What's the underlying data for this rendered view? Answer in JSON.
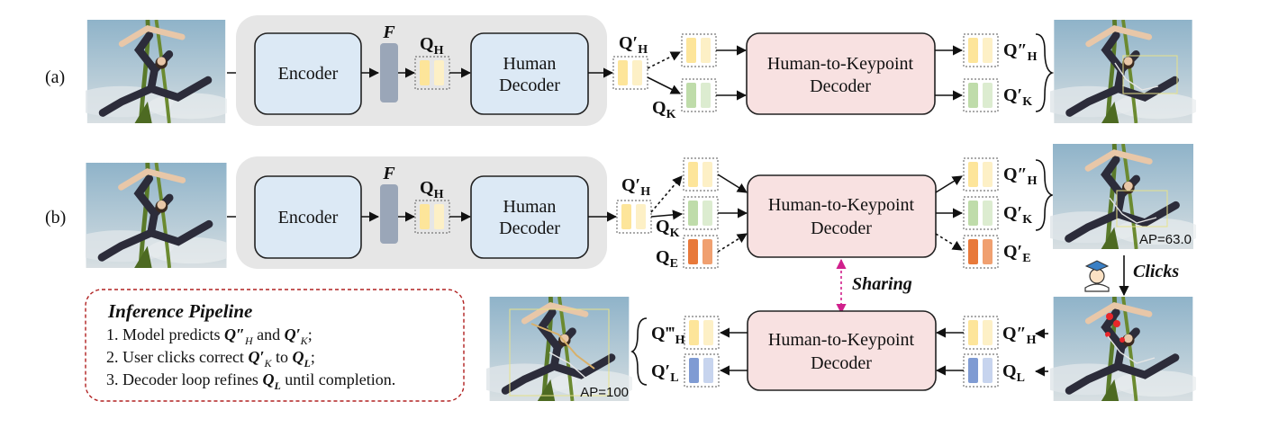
{
  "row_a_label": "(a)",
  "row_b_label": "(b)",
  "encoder": "Encoder",
  "feature_label": "F",
  "human_decoder_line1": "Human",
  "human_decoder_line2": "Decoder",
  "h2k_line1": "Human-to-Keypoint",
  "h2k_line2": "Decoder",
  "sharing": "Sharing",
  "clicks": "Clicks",
  "ap_before": "AP=63.0",
  "ap_after": "AP=100",
  "inference": {
    "title": "Inference Pipeline",
    "step1_prefix": "1.   Model predicts",
    "step1_mid": "and",
    "step2_prefix": "2.   User clicks correct",
    "step2_mid": "to",
    "step3_prefix": "3.   Decoder loop refines",
    "step3_suffix": "until completion."
  },
  "colors": {
    "human_query": "#fde59a",
    "keypoint_query": "#bfdcaa",
    "extra_query": "#e8793a",
    "click_query": "#7f9bd3",
    "sharing_arrow": "#d0208c",
    "inference_border": "#b02020"
  }
}
